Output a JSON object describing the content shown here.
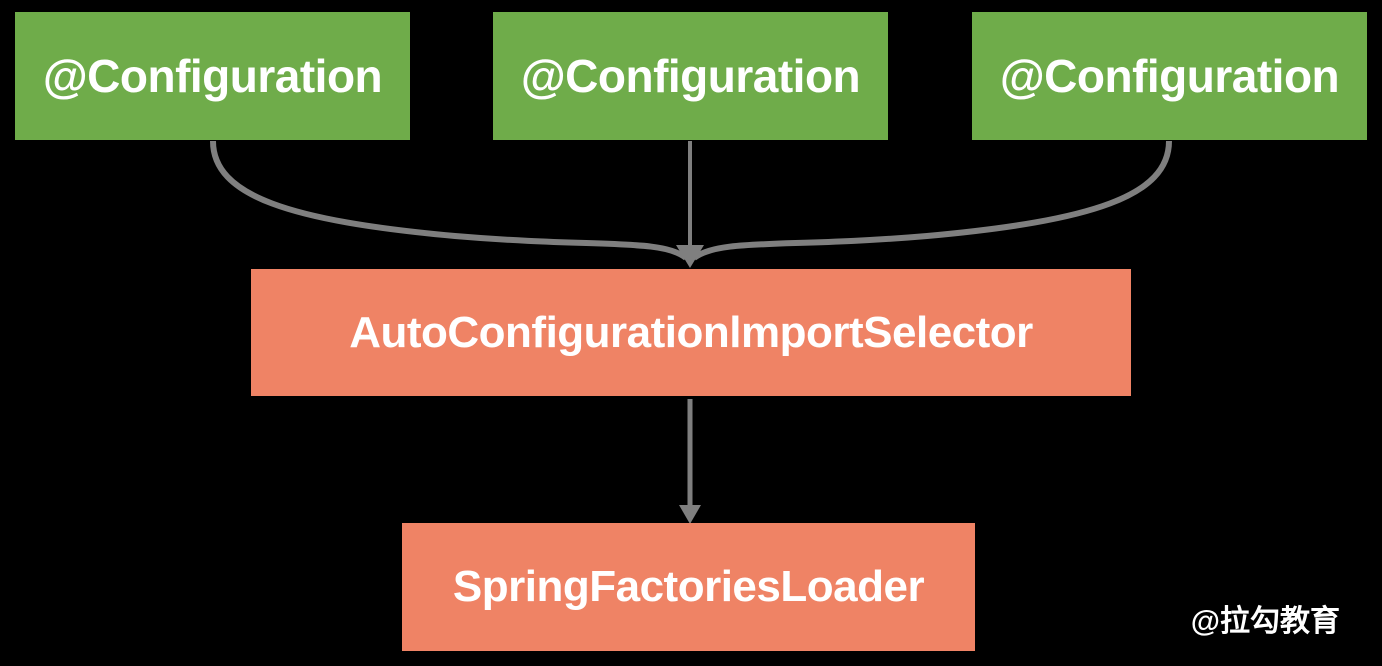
{
  "colors": {
    "background": "#000000",
    "green": "#6FAC4A",
    "orange": "#EF8365",
    "arrow": "#7F7F7F",
    "text": "#FFFFFF"
  },
  "diagram": {
    "top_nodes": [
      {
        "label": "@Configuration"
      },
      {
        "label": "@Configuration"
      },
      {
        "label": "@Configuration"
      }
    ],
    "middle_node": {
      "label": "AutoConfigurationlmportSelector"
    },
    "bottom_node": {
      "label": "SpringFactoriesLoader"
    }
  },
  "watermark": "@拉勾教育"
}
